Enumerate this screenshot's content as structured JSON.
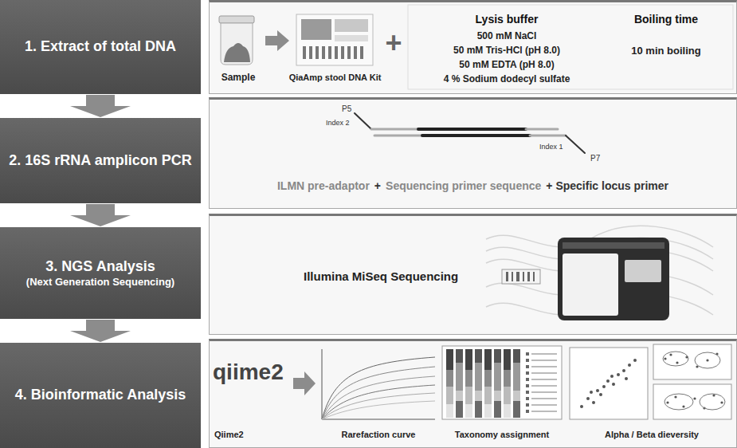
{
  "diagram": {
    "nodes": [
      {
        "text": [
          "1. Extract of total DNA"
        ]
      },
      {
        "text": [
          "Sample",
          "QiaAmp stool DNA Kit",
          "+",
          "Lysis buffer",
          "500 mM NaCl",
          "50 mM Tris-HCl (pH 8.0)",
          "50 mM EDTA (pH 8.0)",
          "4 % Sodium dodecyl sulfate",
          "Boiling time",
          "10 min boiling"
        ]
      },
      {
        "text": [
          "2. 16S rRNA amplicon PCR"
        ]
      },
      {
        "text": [
          "P5",
          "Index 2",
          "Index 1",
          "P7",
          "ILMN pre-adaptor",
          "+",
          "Sequencing primer sequence",
          "+ Specific locus primer"
        ]
      },
      {
        "text": [
          "3. NGS Analysis",
          "(Next Generation Sequencing)"
        ]
      },
      {
        "text": [
          "Illumina MiSeq Sequencing"
        ]
      },
      {
        "text": [
          "4. Bioinformatic Analysis"
        ]
      },
      {
        "text": [
          "qiime2",
          "Qiime2",
          "Rarefaction curve",
          "Taxonomy assignment",
          "Alpha / Beta dieversity"
        ]
      }
    ],
    "edges": [
      {
        "from": 0,
        "to": 2,
        "arrow": "to"
      },
      {
        "from": 2,
        "to": 4,
        "arrow": "to"
      },
      {
        "from": 4,
        "to": 6,
        "arrow": "to"
      }
    ]
  }
}
